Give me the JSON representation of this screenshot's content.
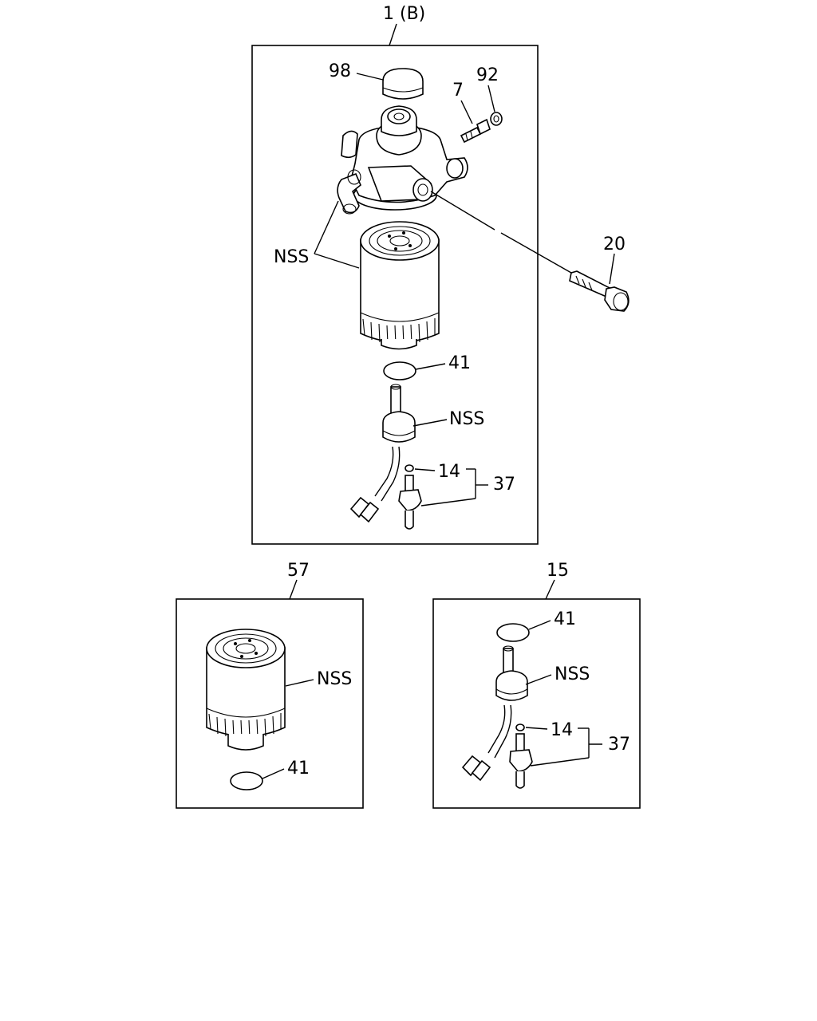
{
  "callouts": {
    "assembly_main": "1 (B)",
    "kit_filter": "57",
    "kit_sensor": "15",
    "plug": "98",
    "fitting": "7",
    "fitting_washer": "92",
    "bolt": "20",
    "nss_filter_top": "NSS",
    "oring_top": "41",
    "nss_sensor_top": "NSS",
    "seal_top": "14",
    "sensor_top": "37",
    "nss_filter_kit": "NSS",
    "oring_kit": "41",
    "oring_sensor_kit": "41",
    "nss_sensor_kit": "NSS",
    "seal_sensor_kit": "14",
    "sensor_sensor_kit": "37"
  }
}
